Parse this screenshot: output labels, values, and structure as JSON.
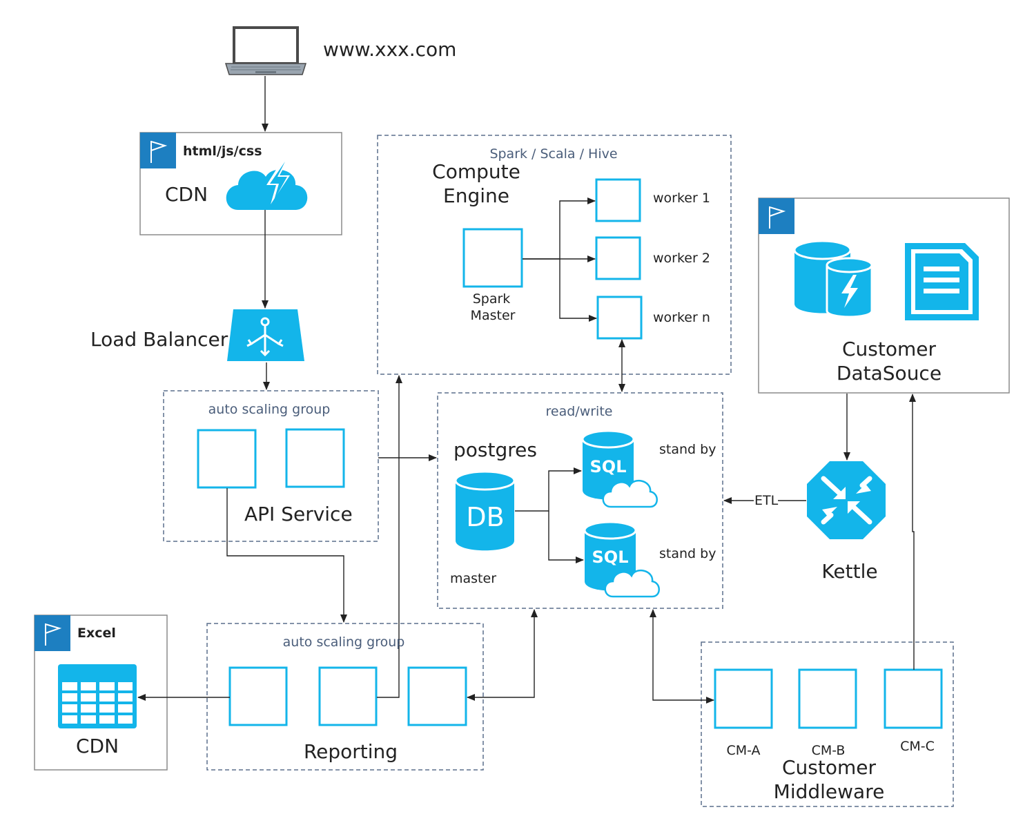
{
  "site": {
    "url": "www.xxx.com"
  },
  "cdn_top": {
    "badge": "html/js/css",
    "label": "CDN"
  },
  "load_balancer": {
    "label": "Load Balancer"
  },
  "api_group": {
    "group_label": "auto scaling group",
    "label": "API Service"
  },
  "compute": {
    "tech": "Spark / Scala / Hive",
    "title_line1": "Compute",
    "title_line2": "Engine",
    "master_line1": "Spark",
    "master_line2": "Master",
    "workers": [
      "worker 1",
      "worker 2",
      "worker n"
    ]
  },
  "postgres": {
    "group_label": "read/write",
    "title": "postgres",
    "db_text": "DB",
    "master_label": "master",
    "sql_text": "SQL",
    "standby_labels": [
      "stand by",
      "stand by"
    ]
  },
  "customer_ds": {
    "line1": "Customer",
    "line2": "DataSouce"
  },
  "kettle": {
    "label": "Kettle",
    "etl_label": "ETL"
  },
  "excel": {
    "badge": "Excel",
    "label": "CDN"
  },
  "reporting": {
    "group_label": "auto scaling group",
    "label": "Reporting"
  },
  "middleware": {
    "nodes": [
      "CM-A",
      "CM-B",
      "CM-C"
    ],
    "line1": "Customer",
    "line2": "Middleware"
  },
  "colors": {
    "accent": "#13b5ea",
    "badge": "#1d7fc1",
    "line": "#222222",
    "dash": "#5a6e8c",
    "group_text": "#4a5d7a"
  }
}
